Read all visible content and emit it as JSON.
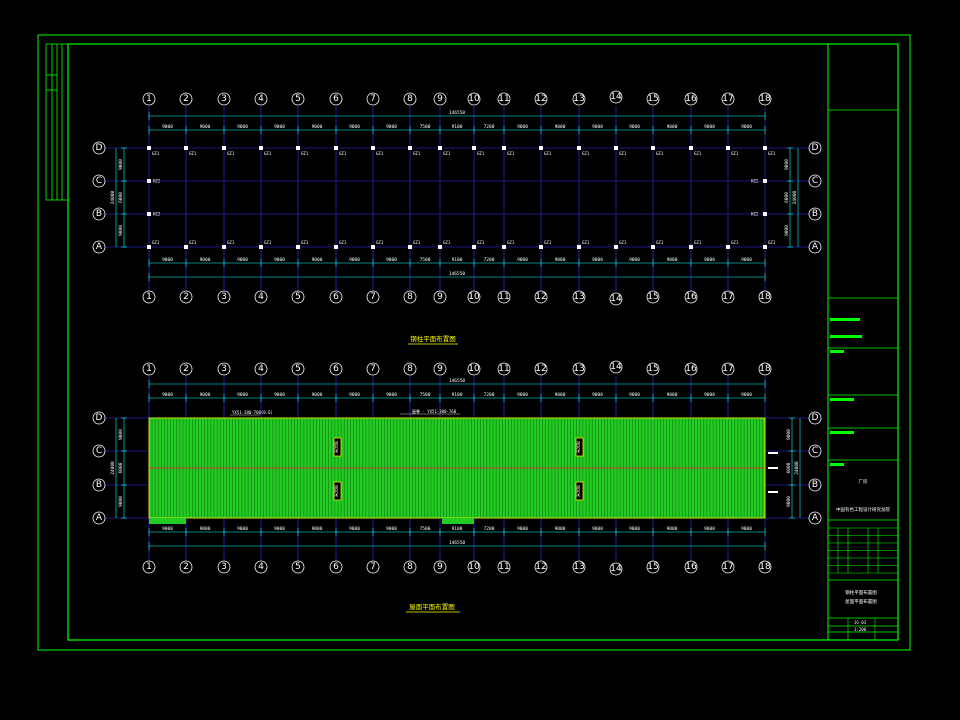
{
  "axes": {
    "numbered": [
      "1",
      "2",
      "3",
      "4",
      "5",
      "6",
      "7",
      "8",
      "9",
      "10",
      "11",
      "12",
      "13",
      "14",
      "15",
      "16",
      "17",
      "18"
    ],
    "lettered": [
      "D",
      "C",
      "B",
      "A"
    ]
  },
  "colors": {
    "background": "#000000",
    "frame": "#00ff00",
    "grid": "#3333ff",
    "dimension": "#00ffff",
    "roof_fill": "#22cc22",
    "roof_rib": "#116611",
    "title": "#ffff00",
    "label": "#ffffff",
    "titleblock_bar": "#00ff00"
  },
  "plan_top": {
    "bay_dims": [
      "9000",
      "9000",
      "9000",
      "9000",
      "9000",
      "9000",
      "9000",
      "7500",
      "9100",
      "7200",
      "9000",
      "9000",
      "9000",
      "9000",
      "9000",
      "9000",
      "9000"
    ],
    "total_dim": "146550",
    "row_dims": [
      "9000",
      "6000",
      "9000"
    ],
    "total_row_dim": "24000",
    "column_tag": "GZ1",
    "brace_tag": "HZ2",
    "title": "钢柱平面布置图"
  },
  "plan_bottom": {
    "bay_dims": [
      "9000",
      "9000",
      "9000",
      "9000",
      "9000",
      "9000",
      "9000",
      "7500",
      "9100",
      "7200",
      "9000",
      "9000",
      "9000",
      "9000",
      "9000",
      "9000",
      "9000"
    ],
    "total_dim": "146550",
    "row_dims": [
      "9000",
      "6000",
      "9000"
    ],
    "total_row_dim": "24000",
    "roof_note": "YX51-380-760(0.6)",
    "ridge_note": "屋脊 - YX51-380-760",
    "skylight_labels": [
      "采光板",
      "采光板",
      "采光板",
      "采光板"
    ],
    "title": "屋面平面布置图"
  },
  "title_block": {
    "project": "厂房",
    "company": "中国有色工程设计研究总院",
    "drawing_name_1": "钢柱平面布置图",
    "drawing_name_2": "屋面平面布置图",
    "sheet_code": "JG-03",
    "scale": "1:200"
  }
}
